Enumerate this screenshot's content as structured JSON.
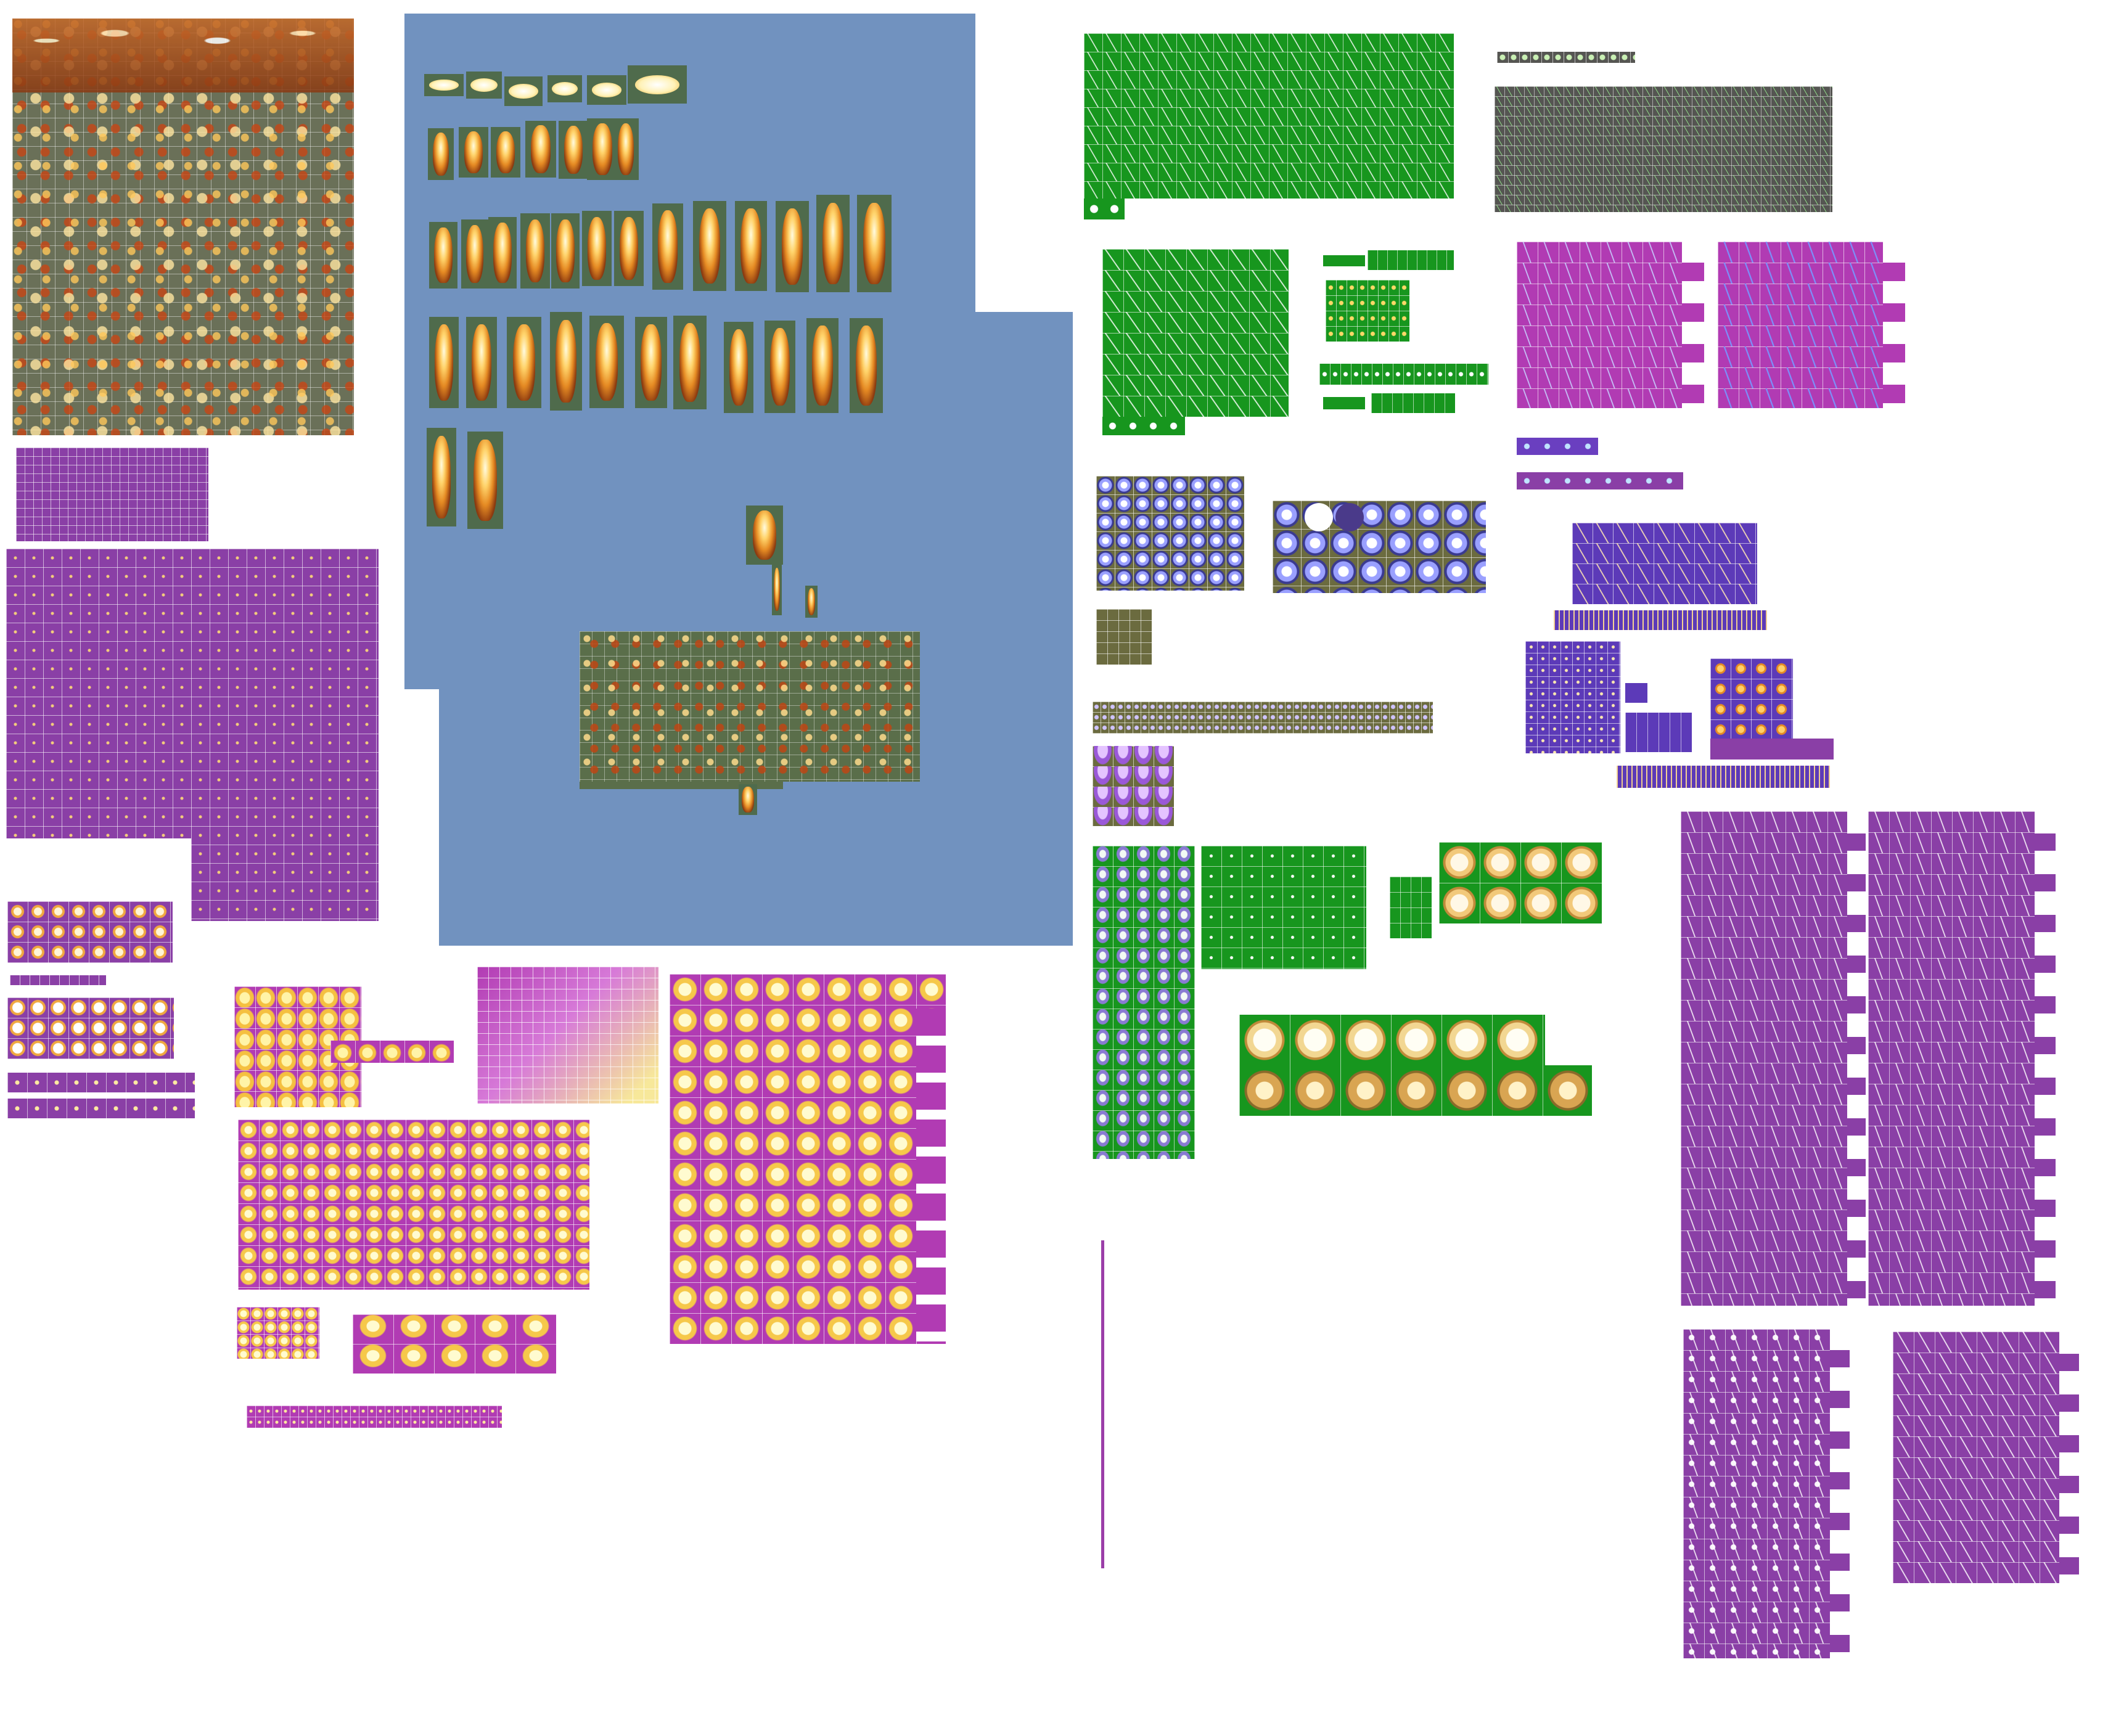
{
  "canvas": {
    "description_free": true,
    "background": "#ffffff"
  },
  "palette": {
    "fire_bg": "#4f6b4c",
    "blue_panel": "#7192bf",
    "purple_sheet": "#8a3fa6",
    "magenta_sheet": "#b13bb3",
    "green_sheet": "#17961e",
    "olive_sheet": "#6b6b3f",
    "violet_sheet": "#5c3ab8",
    "dark_gray_sheet": "#555552",
    "grid_line": "#ffffff",
    "flame_core": "#fff4c2",
    "flame_mid": "#e58a23",
    "flame_dark": "#8d3b10"
  },
  "sheets": {
    "fire_tiles_large": "fire-explosion-tiles",
    "fire_sequences": "fire-column-sequences",
    "purple_streaks": "purple-streak-frames",
    "magenta_flames": "magenta-flame-frames",
    "green_streaks": "green-streak-frames",
    "olive_orbs": "olive-orb-frames",
    "violet_streaks": "violet-streak-frames",
    "bursts": "burst-frames"
  }
}
